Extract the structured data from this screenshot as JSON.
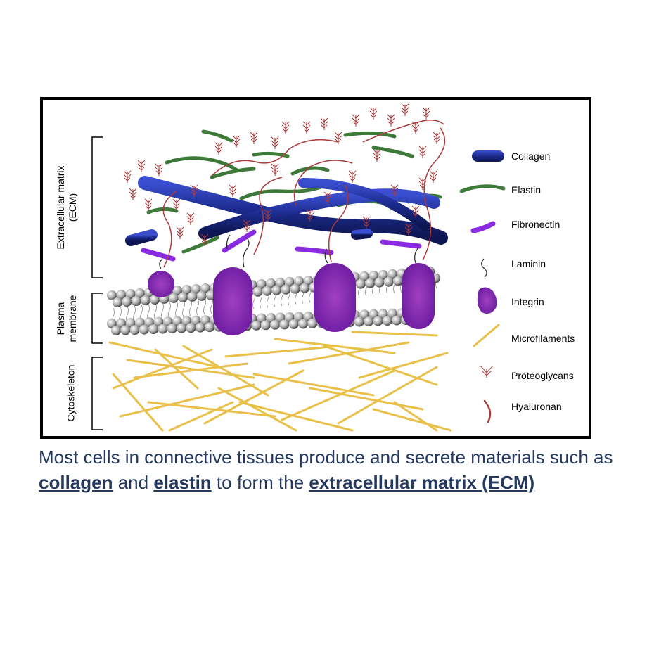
{
  "figure": {
    "region_labels": {
      "ecm": "Extracellular matrix\n(ECM)",
      "plasma_membrane": "Plasma\nmembrane",
      "cytoskeleton": "Cytoskeleton"
    },
    "legend": [
      {
        "icon": "collagen-icon",
        "label": "Collagen",
        "color": "#1e2a80"
      },
      {
        "icon": "elastin-icon",
        "label": "Elastin",
        "color": "#3d7a3a"
      },
      {
        "icon": "fibronectin-icon",
        "label": "Fibronectin",
        "color": "#8a2be2"
      },
      {
        "icon": "laminin-icon",
        "label": "Laminin",
        "color": "#222222"
      },
      {
        "icon": "integrin-icon",
        "label": "Integrin",
        "color": "#7a2aa8"
      },
      {
        "icon": "microfilaments-icon",
        "label": "Microfilaments",
        "color": "#e8c04a"
      },
      {
        "icon": "proteoglycans-icon",
        "label": "Proteoglycans",
        "color": "#a83a3a"
      },
      {
        "icon": "hyaluronan-icon",
        "label": "Hyaluronan",
        "color": "#a83a3a"
      }
    ]
  },
  "caption": {
    "part1": "Most cells in connective tissues produce and secrete materials such as ",
    "keyword1": "collagen",
    "part2": " and ",
    "keyword2": "elastin",
    "part3": " to form the ",
    "keyword3": "extracellular matrix (ECM)"
  }
}
